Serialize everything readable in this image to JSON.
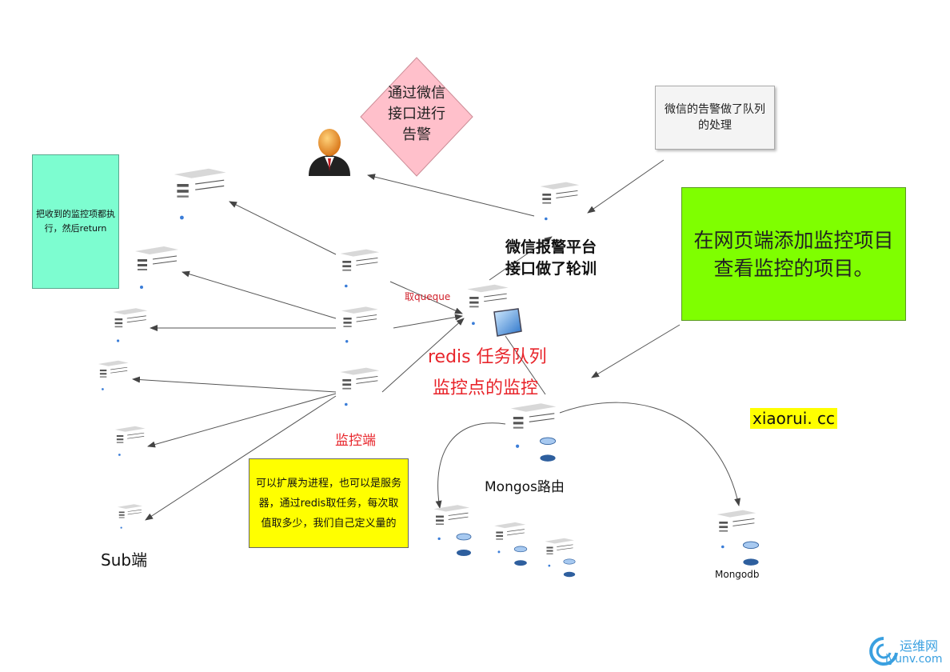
{
  "notes": {
    "teal": "把收到的监控项都执行，然后return",
    "gray": "微信的告警做了队列的处理",
    "green": "在网页端添加监控项目查看监控的项目。",
    "yellow": "可以扩展为进程，也可以是服务器，通过redis取任务，每次取值取多少，我们自己定义量的",
    "diamond_lines": [
      "通过微信",
      "接口进行",
      "告警"
    ]
  },
  "labels": {
    "wechat_platform_line1": "微信报警平台",
    "wechat_platform_line2": "接口做了轮训",
    "take_queue": "取queque",
    "redis_queue": "redis 任务队列",
    "monitor_point": "监控点的监控",
    "monitor_side": "监控端",
    "sub_side": "Sub端",
    "mongos_router": "Mongos路由",
    "mongodb": "Mongodb",
    "site": "xiaorui. cc"
  },
  "watermark": {
    "top": "运维网",
    "bottom": "iyunv.com"
  },
  "colors": {
    "red_text": "#e8252b",
    "site_bg": "#ffff00",
    "green_note": "#7fff00",
    "teal_note": "#7dfdd0",
    "diamond": "#ffc0cb"
  }
}
